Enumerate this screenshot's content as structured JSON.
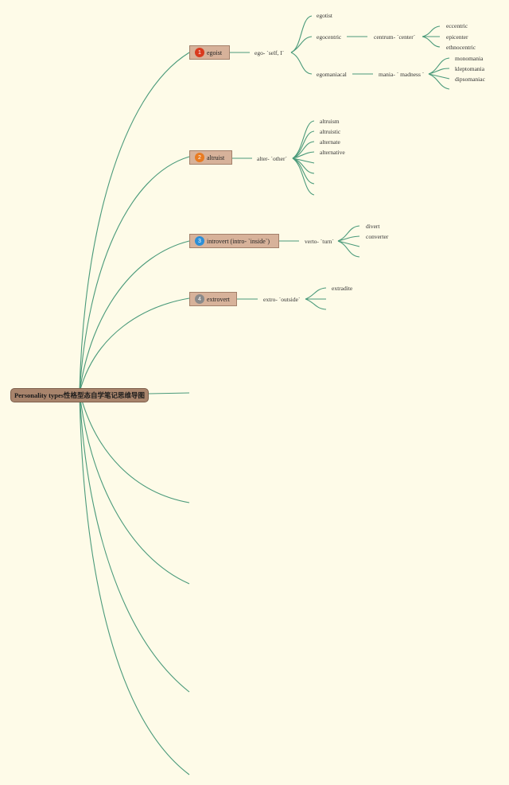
{
  "root": "Personality types性格型态自学笔记思维导图",
  "branches": [
    {
      "label": "egoist",
      "badge": "1",
      "color": "#d93a1e",
      "root_word": "ego- `self, I`",
      "children": [
        {
          "label": "egotist"
        },
        {
          "label": "egocentric",
          "root_word": "centrum- `center`",
          "children": [
            "eccentric",
            "epicenter",
            "ethnocentric"
          ]
        },
        {
          "label": "egomaniacal",
          "root_word": "mania- ` madness `",
          "children": [
            "monomania",
            "kleptomania",
            "dipsomaniac"
          ]
        }
      ]
    },
    {
      "label": "altruist",
      "badge": "2",
      "color": "#e87b22",
      "root_word": "alter- `other`",
      "children": [
        "altruism",
        "altruistic",
        "alternate",
        "alternative"
      ]
    },
    {
      "label": "introvert (intro- `inside`)",
      "badge": "3",
      "color": "#2d8fd6",
      "root_word": "verto- `turn`",
      "children": [
        "divert",
        "converter"
      ]
    },
    {
      "label": "extrovert",
      "badge": "4",
      "color": "#8a8a8a",
      "root_word": "extro- `outside`",
      "children": [
        "extradite"
      ]
    }
  ]
}
